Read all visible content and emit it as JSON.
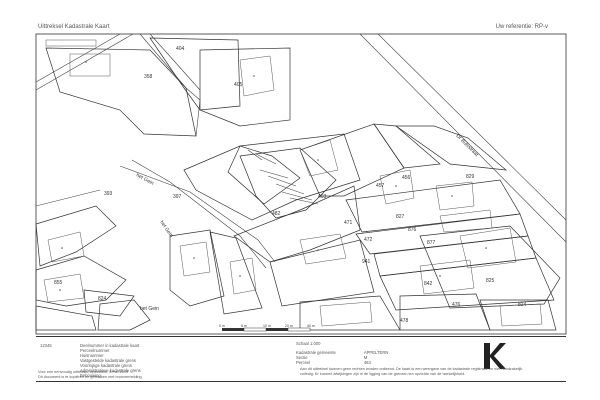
{
  "header": {
    "title": "Uittreksel Kadastrale Kaart",
    "reference": "Uw referentie: RP-v"
  },
  "map": {
    "parcels": [
      "404",
      "405",
      "358",
      "393",
      "397",
      "482",
      "463",
      "457",
      "456",
      "829",
      "471",
      "472",
      "827",
      "876",
      "877",
      "941",
      "855",
      "824",
      "842",
      "476",
      "478",
      "825",
      "824"
    ],
    "streets": [
      "het Gein",
      "het Gein",
      "het Gein",
      "Dr Bulsstraat"
    ]
  },
  "scale": {
    "label": "Schaal 1:000",
    "ticks": [
      "0 m",
      "5 m",
      "10 m",
      "20 m",
      "40 m"
    ]
  },
  "legend": {
    "codes": [
      "12345",
      "",
      "",
      "",
      "",
      "",
      "",
      "",
      ""
    ],
    "items": [
      "Deelnummer in kadastrale kaart",
      "Perceelnummer",
      "Huisnummer",
      "Vastgestelde kadastrale grens",
      "Voorlopige kadastrale grens",
      "Administratieve kadastrale grens",
      "Bebouwing",
      "Overige topografie"
    ],
    "info_labels": [
      "Kadastrale gemeente",
      "Sectie",
      "Perceel"
    ],
    "info_values": [
      "APPELTERN",
      "M",
      "463"
    ],
    "notice": "Aan dit uittreksel kunnen geen rechten worden ontleend. De kaart is een weergave van de kadastrale registratie en niet noodzakelijk",
    "notice2": "volledig. Er kunnen afwijkingen zijn in de ligging van de grenzen ten opzichte van de werkelijkheid.",
    "footer1": "Voor een eenvoudig uittreksel, Apeldoorn, 8 mei 2019",
    "footer2": "Dit document is te kopiëren en gebruiken met bronvermelding"
  },
  "colors": {
    "line": "#333333",
    "hatch": "#444444"
  }
}
